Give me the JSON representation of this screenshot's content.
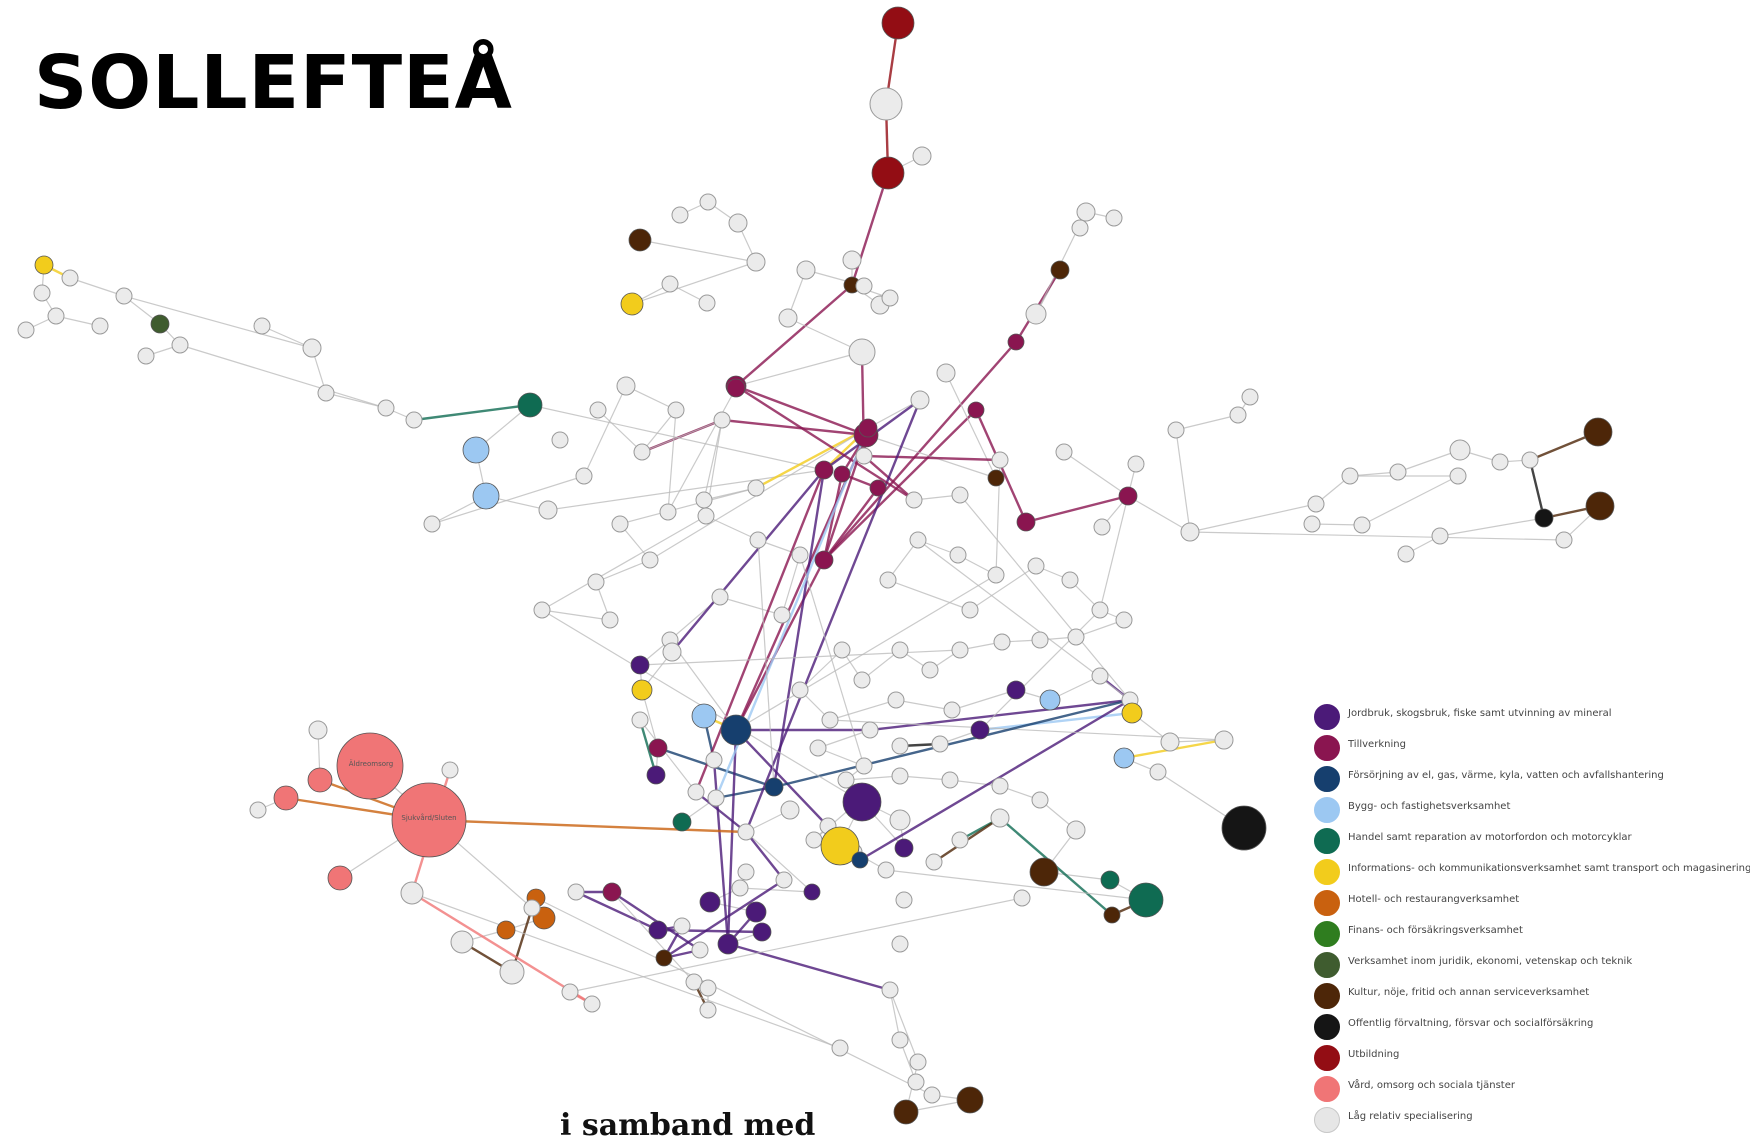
{
  "title": "SOLLEFTEÅ",
  "legend": {
    "items": [
      {
        "label": "Jordbruk, skogsbruk, fiske samt utvinning av mineral",
        "color": "#4b1a78"
      },
      {
        "label": "Tillverkning",
        "color": "#8a1550"
      },
      {
        "label": "Försörjning av el, gas, värme, kyla, vatten och avfallshantering",
        "color": "#163f6e"
      },
      {
        "label": "Bygg- och fastighetsverksamhet",
        "color": "#9cc8f2"
      },
      {
        "label": "Handel samt reparation av motorfordon och motorcyklar",
        "color": "#0f6b52"
      },
      {
        "label": "Informations- och kommunikationsverksamhet samt transport och magasinering",
        "color": "#f2cc1c"
      },
      {
        "label": "Hotell- och restaurangverksamhet",
        "color": "#c9610f"
      },
      {
        "label": "Finans- och försäkringsverksamhet",
        "color": "#2f7d1f"
      },
      {
        "label": "Verksamhet inom juridik, ekonomi, vetenskap och teknik",
        "color": "#3f5c2f"
      },
      {
        "label": "Kultur, nöje, fritid och annan serviceverksamhet",
        "color": "#4d2608"
      },
      {
        "label": "Offentlig förvaltning, försvar och socialförsäkring",
        "color": "#151515"
      },
      {
        "label": "Utbildning",
        "color": "#930d14"
      },
      {
        "label": "Vård, omsorg och sociala tjänster",
        "color": "#f07576"
      },
      {
        "label": "Låg relativ specialisering",
        "color": "#e6e6e6"
      }
    ]
  },
  "network": {
    "colors": {
      "jordbruk": "#4b1a78",
      "tillverkning": "#8a1550",
      "forsorjning": "#163f6e",
      "bygg": "#9cc8f2",
      "handel": "#0f6b52",
      "info": "#f2cc1c",
      "hotell": "#c9610f",
      "finans": "#2f7d1f",
      "juridik": "#3f5c2f",
      "kultur": "#4d2608",
      "offentlig": "#151515",
      "utbildning": "#930d14",
      "vard": "#f07576",
      "lag": "#ebebeb"
    },
    "labels": {
      "elder": "Äldreomsorg",
      "sjukvard": "Sjukvård/Sluten"
    }
  },
  "caption": "i samband med"
}
